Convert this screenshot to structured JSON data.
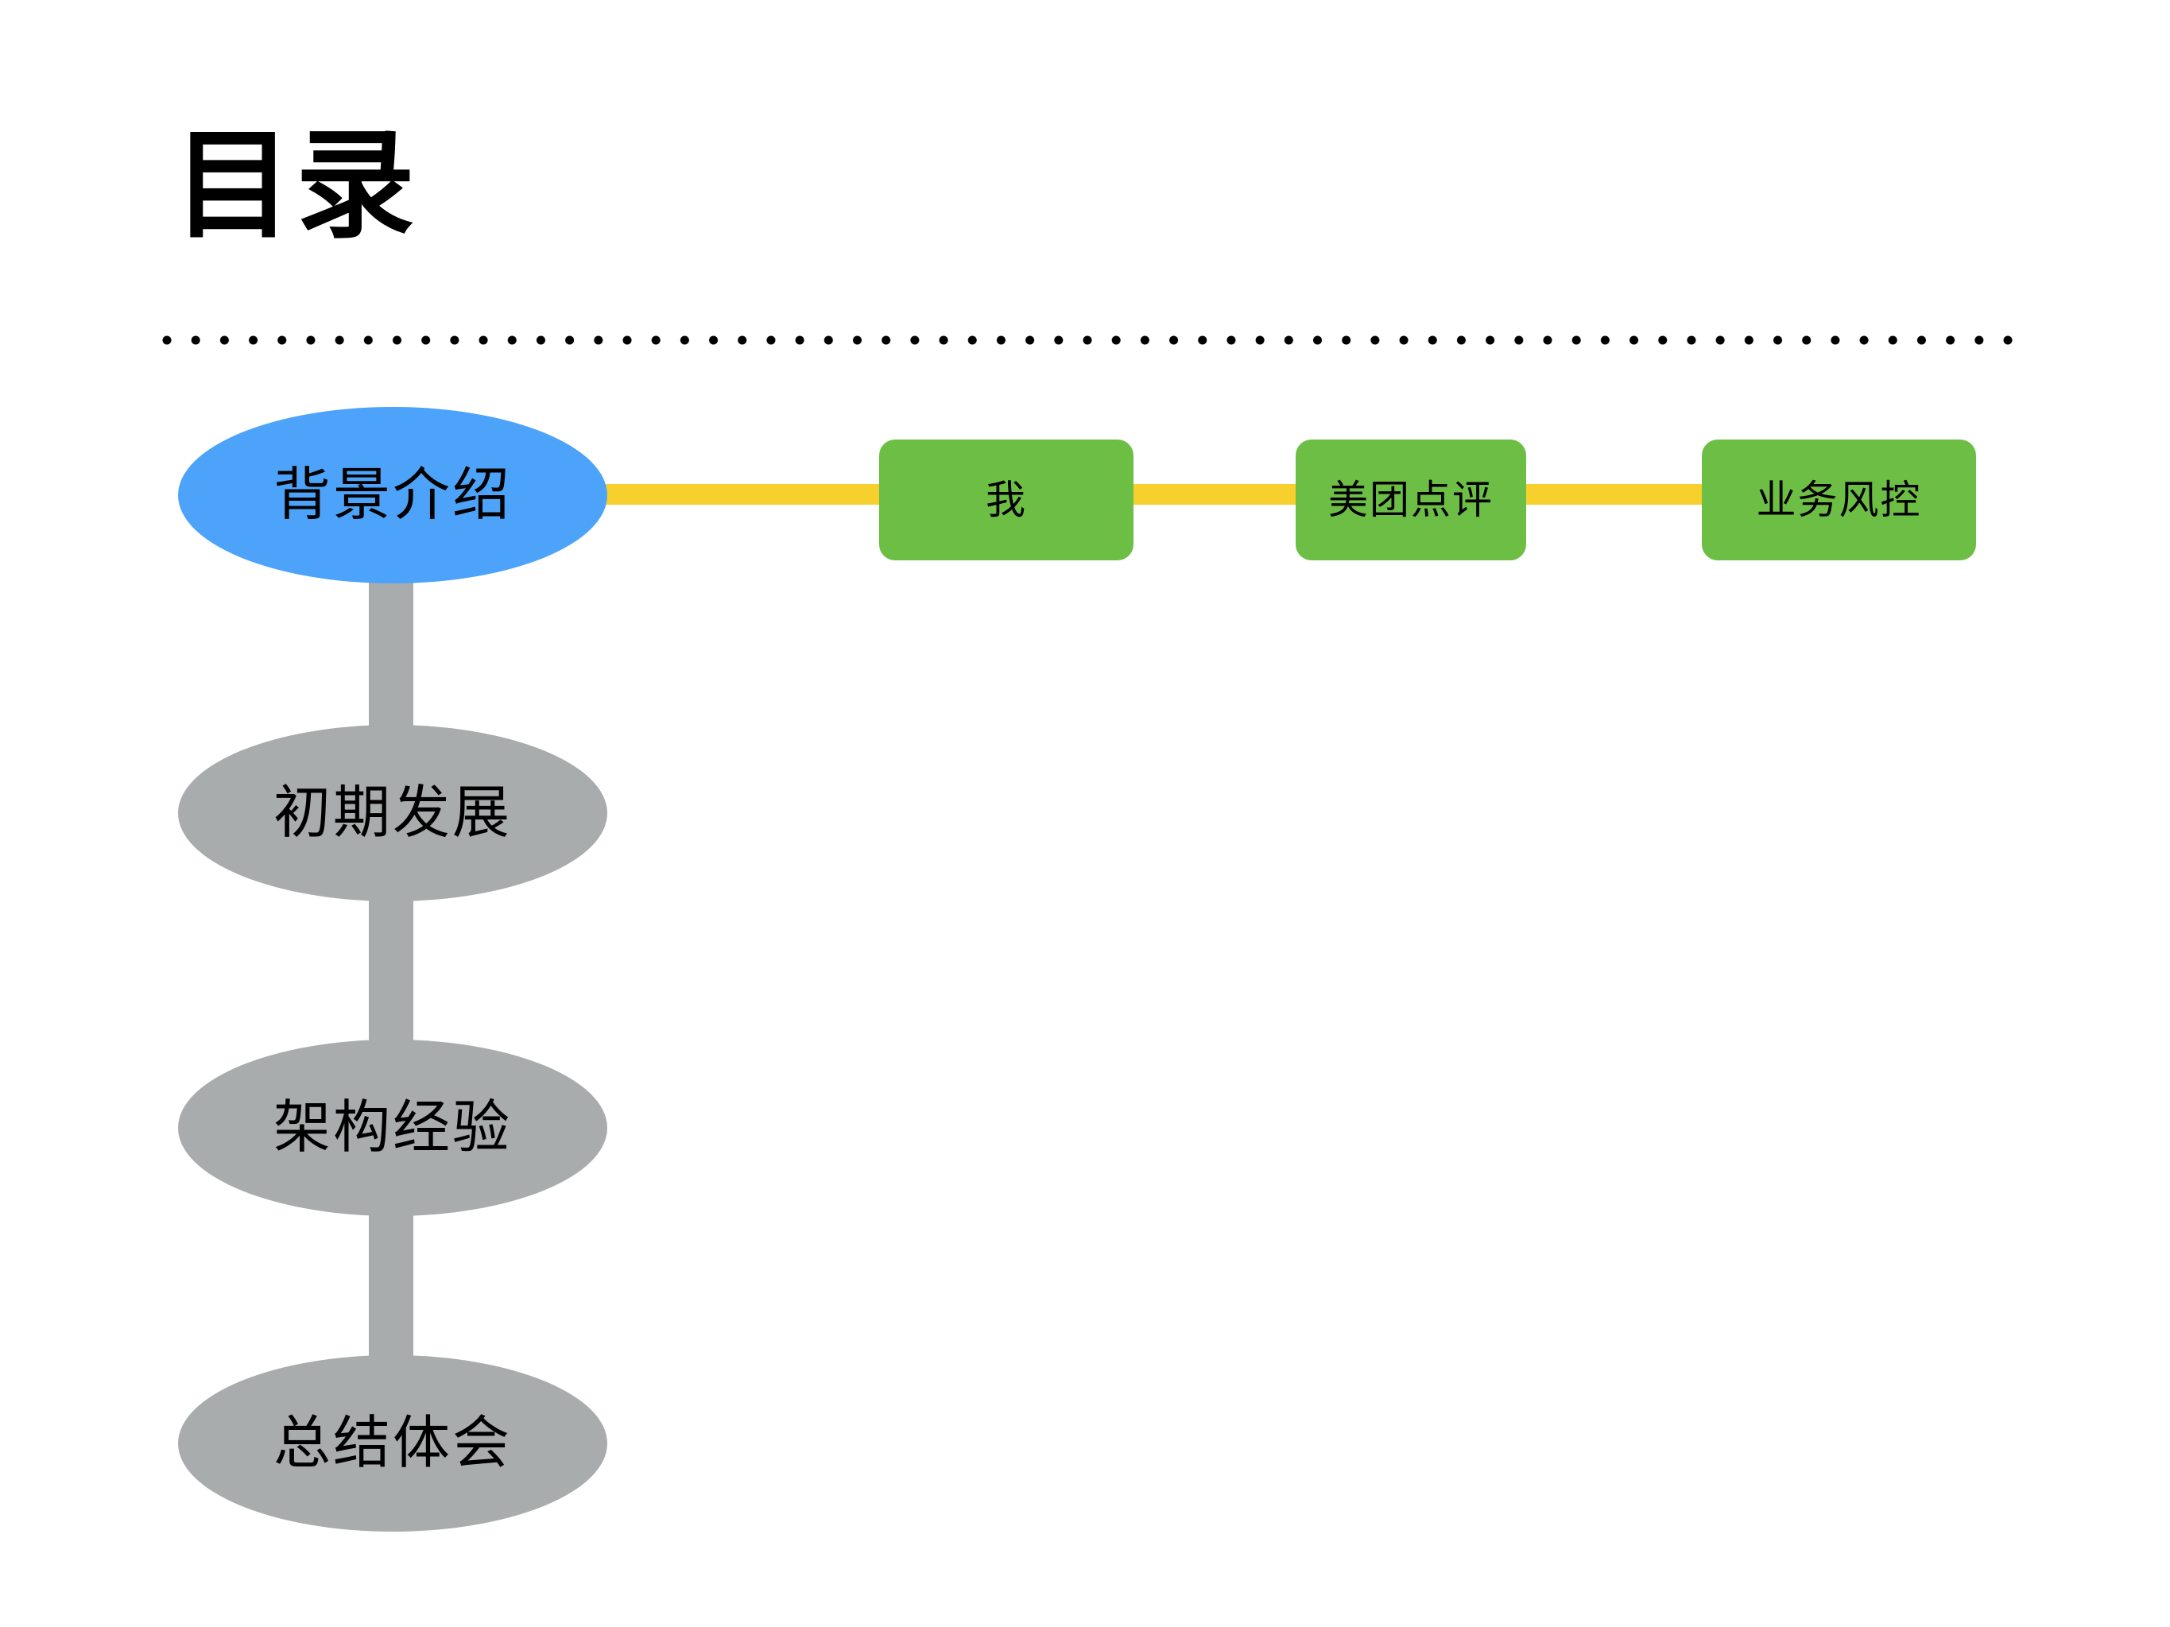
{
  "slide": {
    "title": "目录",
    "background_color": "#ffffff"
  },
  "divider": {
    "style": "dotted",
    "color": "#000000"
  },
  "colors": {
    "active_node": "#4da3fa",
    "inactive_node": "#a9acac",
    "branch_box": "#6cbe45",
    "branch_connector": "#f7d02e",
    "spine": "#a9acac",
    "text": "#000000"
  },
  "outline": {
    "nodes": [
      {
        "label": "背景介绍",
        "state": "active"
      },
      {
        "label": "初期发展",
        "state": "inactive"
      },
      {
        "label": "架构经验",
        "state": "inactive"
      },
      {
        "label": "总结体会",
        "state": "inactive"
      }
    ]
  },
  "branches": {
    "parent": "背景介绍",
    "items": [
      {
        "label": "我"
      },
      {
        "label": "美团点评"
      },
      {
        "label": "业务风控"
      }
    ]
  }
}
